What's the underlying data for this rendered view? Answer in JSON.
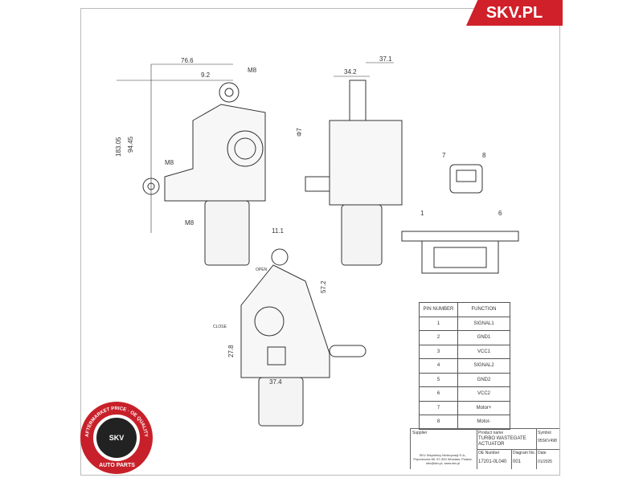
{
  "brand": "SKV.PL",
  "dimensions": {
    "top_width": "76.6",
    "offset": "9.2",
    "bolt_top": "M8",
    "height_total": "183.05",
    "height_mid": "94.45",
    "bolt_left": "M8",
    "bolt_bottom": "M8",
    "side_34": "34.2",
    "side_37": "37.1",
    "phi": "Φ7",
    "pin7": "7",
    "pin8": "8",
    "pin1": "1",
    "pin6": "6",
    "b_11": "11.1",
    "b_57": "57.2",
    "b_27": "27.8",
    "b_37": "37.4",
    "open": "OPEN",
    "close": "CLOSE"
  },
  "pin_table": {
    "headers": [
      "PIN NUMBER",
      "FUNCTION"
    ],
    "rows": [
      [
        "1",
        "SIGNAL1"
      ],
      [
        "2",
        "GND1"
      ],
      [
        "3",
        "VCC1"
      ],
      [
        "4",
        "SIGNAL2"
      ],
      [
        "5",
        "GND2"
      ],
      [
        "6",
        "VCC2"
      ],
      [
        "7",
        "Motor+"
      ],
      [
        "8",
        "Motor-"
      ]
    ]
  },
  "title_block": {
    "supplier_label": "Supplier",
    "supplier_text": "SKV Wspólnicy Motoryzacji S.A., Poprzeczna 65, 57-300 Wrocław, Poland, info@skv.pl, www.skv.pl",
    "product_label": "Product name",
    "product": "TURBO WASTEGATE ACTUATOR",
    "symbol_label": "Symbol",
    "symbol": "95SKV498",
    "oe_label": "OE Number",
    "oe": "17201-0L040",
    "diagram_label": "Diagram No.",
    "diagram": "001",
    "date_label": "Date",
    "date": "01/2025"
  },
  "badge": {
    "center": "SKV",
    "ring": "AFTERMARKET PRICE · OE QUALITY",
    "bottom": "AUTO PARTS"
  },
  "colors": {
    "brand_red": "#d0202a"
  }
}
